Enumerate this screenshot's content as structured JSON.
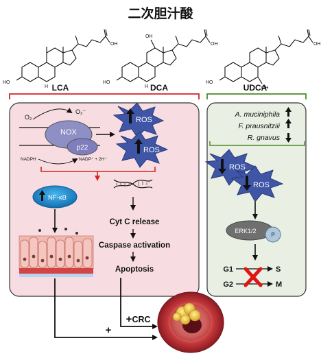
{
  "title": "二次胆汁酸",
  "molecules": [
    {
      "id": "LCA",
      "hydroxyls": [
        "HO"
      ],
      "acid": "OH"
    },
    {
      "id": "DCA",
      "hydroxyls": [
        "HO",
        "OH"
      ],
      "acid": "OH"
    },
    {
      "id": "UDCA",
      "hydroxyls": [
        "HO",
        "OH"
      ],
      "acid": "OH"
    }
  ],
  "group_labels": {
    "lca": "LCA",
    "dca": "DCA",
    "udca": "UDCA"
  },
  "left_panel": {
    "o2": "O₂",
    "o2_radical": "O₂⁻",
    "nox": "NOX",
    "p22": "p22",
    "nadph": "NADPH",
    "nadp": "NADP⁺ + 2H⁺",
    "ros_1": "ROS",
    "ros_2": "ROS",
    "nfkb": "NF-κB",
    "cytc": "Cyt C release",
    "caspase": "Caspase activation",
    "apoptosis": "Apoptosis"
  },
  "right_panel": {
    "bacteria": [
      {
        "name": "A. muciniphila",
        "trend": "up"
      },
      {
        "name": "F. prausnitziii",
        "trend": "up"
      },
      {
        "name": "R. gnavus",
        "trend": "down"
      }
    ],
    "ros_1": "ROS",
    "ros_2": "ROS",
    "erk": "ERK1/2",
    "p": "P",
    "g1": "G1",
    "s": "S",
    "g2": "G2",
    "m": "M"
  },
  "bottom": {
    "crc": "CRC",
    "plus_1": "+",
    "plus_2": "+"
  },
  "colors": {
    "red_bracket": "#d62222",
    "green_bracket": "#4a8a2a",
    "left_panel_fill": "#f7dde2",
    "right_panel_fill": "#e9efe3",
    "ros_fill": "#3f56a6",
    "nox_fill": "#8e8fc4",
    "nfkb_fill": "#1a8fd6",
    "erk_fill": "#6f6f6f",
    "cross": "#e01515"
  }
}
